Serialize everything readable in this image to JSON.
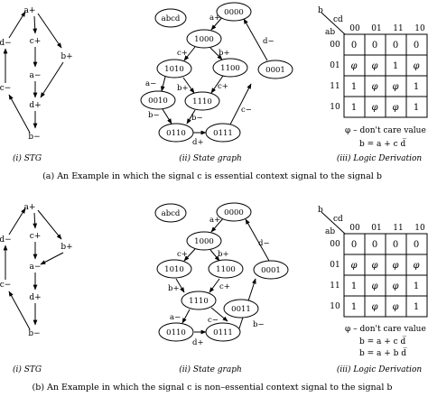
{
  "panels": [
    {
      "stg": {
        "nodes": [
          "a+",
          "c+",
          "a−",
          "d+",
          "b+",
          "b−",
          "d−",
          "c−"
        ]
      },
      "state_graph": {
        "label_box": "abcd",
        "states": [
          "0000",
          "1000",
          "1010",
          "1100",
          "0010",
          "1110",
          "0001",
          "0110",
          "0111"
        ],
        "transitions": [
          "a+",
          "c+",
          "b+",
          "a−",
          "b+",
          "c+",
          "d+",
          "b−",
          "d−",
          "c−",
          "b−"
        ]
      },
      "kmap": {
        "row_var": "ab",
        "col_var": "cd",
        "out_var": "b",
        "col_headers": [
          "00",
          "01",
          "11",
          "10"
        ],
        "row_headers": [
          "00",
          "01",
          "11",
          "10"
        ],
        "cells": [
          [
            "0",
            "0",
            "0",
            "0"
          ],
          [
            "φ",
            "φ",
            "1",
            "φ"
          ],
          [
            "1",
            "φ",
            "φ",
            "1"
          ],
          [
            "1",
            "φ",
            "φ",
            "1"
          ]
        ],
        "dont_care": "φ – don't  care  value",
        "equations": [
          "b = a + c d̅"
        ]
      },
      "captions": [
        "(i) STG",
        "(ii) State graph",
        "(iii) Logic Derivation"
      ],
      "caption": "(a) An Example in which the signal c is essential context signal to the signal b"
    },
    {
      "stg": {
        "nodes": [
          "a+",
          "c+",
          "a−",
          "d+",
          "b+",
          "b−",
          "d−",
          "c−"
        ]
      },
      "state_graph": {
        "label_box": "abcd",
        "states": [
          "0000",
          "1000",
          "1010",
          "1100",
          "1110",
          "0001",
          "0110",
          "0111",
          "0011"
        ],
        "transitions": [
          "a+",
          "c+",
          "b+",
          "b+",
          "c+",
          "a−",
          "d+",
          "b−",
          "d−",
          "c−"
        ]
      },
      "kmap": {
        "row_var": "ab",
        "col_var": "cd",
        "out_var": "b",
        "col_headers": [
          "00",
          "01",
          "11",
          "10"
        ],
        "row_headers": [
          "00",
          "01",
          "11",
          "10"
        ],
        "cells": [
          [
            "0",
            "0",
            "0",
            "0"
          ],
          [
            "φ",
            "φ",
            "φ",
            "φ"
          ],
          [
            "1",
            "φ",
            "φ",
            "1"
          ],
          [
            "1",
            "φ",
            "φ",
            "1"
          ]
        ],
        "dont_care": "φ – don't  care  value",
        "equations": [
          "b = a + c d̅",
          "b = a + b d̅"
        ]
      },
      "captions": [
        "(i) STG",
        "(ii) State graph",
        "(iii) Logic Derivation"
      ],
      "caption": "(b) An Example in which the signal c is non–essential context signal to the signal b"
    }
  ]
}
